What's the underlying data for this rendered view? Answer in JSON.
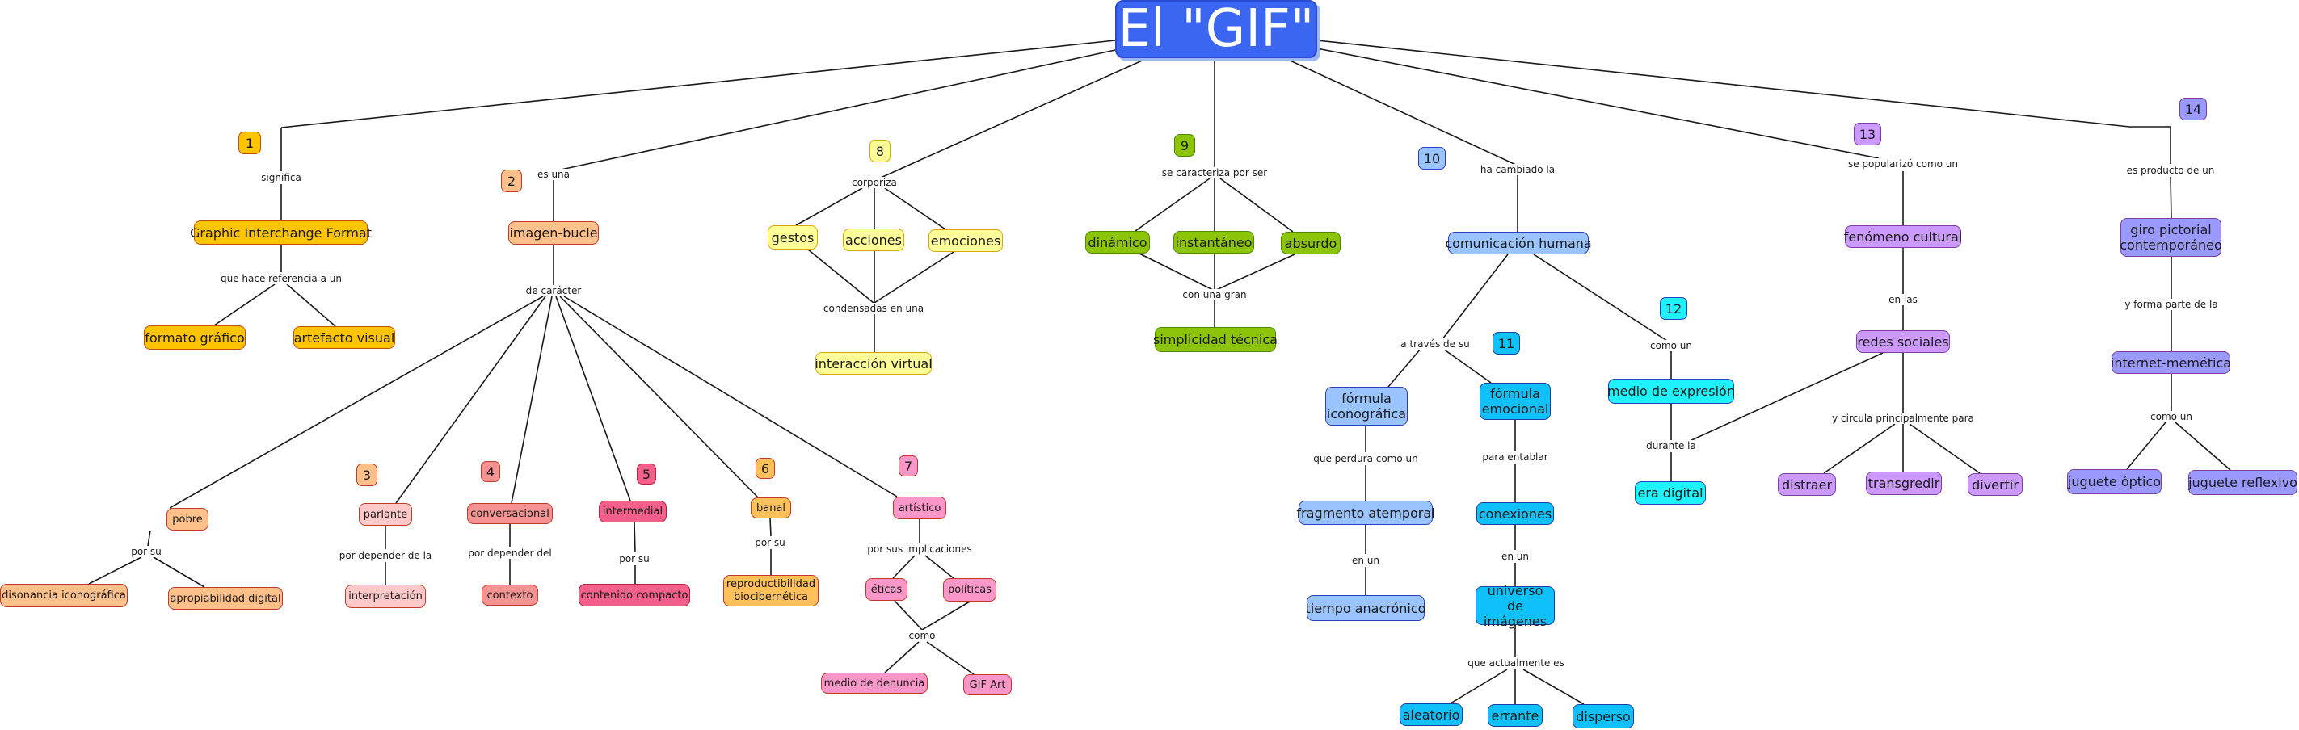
{
  "root": {
    "label": "El \"GIF\"",
    "color": "#3a66f2"
  },
  "badges": [
    "1",
    "2",
    "3",
    "4",
    "5",
    "6",
    "7",
    "8",
    "9",
    "10",
    "11",
    "12",
    "13",
    "14"
  ],
  "nodes": {
    "gif_format": "Graphic Interchange Format",
    "formato_grafico": "formato gráfico",
    "artefacto_visual": "artefacto visual",
    "imagen_bucle": "imagen-bucle",
    "pobre": "pobre",
    "disonancia": "disonancia iconográfica",
    "apropiabilidad": "apropiabilidad digital",
    "parlante": "parlante",
    "interpretacion": "interpretación",
    "conversacional": "conversacional",
    "contexto": "contexto",
    "intermedial": "intermedial",
    "contenido_compacto": "contenido compacto",
    "banal": "banal",
    "reproductibilidad": "reproductibilidad biocibernética",
    "artistico": "artístico",
    "eticas": "éticas",
    "politicas": "políticas",
    "medio_denuncia": "medio de denuncia",
    "gif_art": "GIF Art",
    "gestos": "gestos",
    "acciones": "acciones",
    "emociones": "emociones",
    "interaccion_virtual": "interacción virtual",
    "dinamico": "dinámico",
    "instantaneo": "instantáneo",
    "absurdo": "absurdo",
    "simplicidad": "simplicidad técnica",
    "comunicacion": "comunicación humana",
    "formula_icono": "fórmula iconográfica",
    "formula_emocional": "fórmula emocional",
    "fragmento": "fragmento atemporal",
    "tiempo": "tiempo anacrónico",
    "conexiones": "conexiones",
    "universo": "universo de imágenes",
    "aleatorio": "aleatorio",
    "errante": "errante",
    "disperso": "disperso",
    "medio_expresion": "medio de expresión",
    "era_digital": "era digital",
    "fenomeno": "fenómeno cultural",
    "redes": "redes sociales",
    "distraer": "distraer",
    "transgredir": "transgredir",
    "divertir": "divertir",
    "giro": "giro pictorial contemporáneo",
    "internet_memetica": "internet-memética",
    "juguete_optico": "juguete óptico",
    "juguete_reflexivo": "juguete reflexivo"
  },
  "link_labels": {
    "significa": "significa",
    "hace_referencia": "que hace referencia a un",
    "es_una": "es una",
    "de_caracter": "de carácter",
    "por_su_pobre": "por su",
    "por_depender_la": "por depender de la",
    "por_depender_del": "por depender del",
    "por_su_intermedial": "por su",
    "por_su_banal": "por su",
    "implicaciones": "por sus implicaciones",
    "como_7": "como",
    "corporiza": "corporiza",
    "condensadas": "condensadas en una",
    "caracteriza": "se caracteriza por ser",
    "con_una_gran": "con una gran",
    "ha_cambiado": "ha cambiado la",
    "a_traves": "a través de su",
    "perdura": "que perdura como un",
    "en_un_1": "en un",
    "entablar": "para entablar",
    "en_un_2": "en un",
    "actualmente": "que actualmente es",
    "como_un_12": "como un",
    "durante": "durante la",
    "popularizo": "se popularizó como un",
    "en_las": "en las",
    "circula": "y circula principalmente para",
    "producto": "es producto de un",
    "forma_parte": "y forma parte de la",
    "como_un_14": "como un"
  },
  "colors": {
    "gold": "#ffc300",
    "peach": "#ffc08a",
    "pink_light": "#ffc9c9",
    "salmon": "#f59393",
    "rose": "#f55f8c",
    "amber": "#ffc05a",
    "pink": "#fa96c8",
    "yellow": "#ffff99",
    "green": "#8cc40a",
    "blue_light": "#99c4ff",
    "sky": "#10c0f8",
    "cyan": "#1ef2fa",
    "lilac": "#cc99ff",
    "violet": "#9999ff"
  }
}
